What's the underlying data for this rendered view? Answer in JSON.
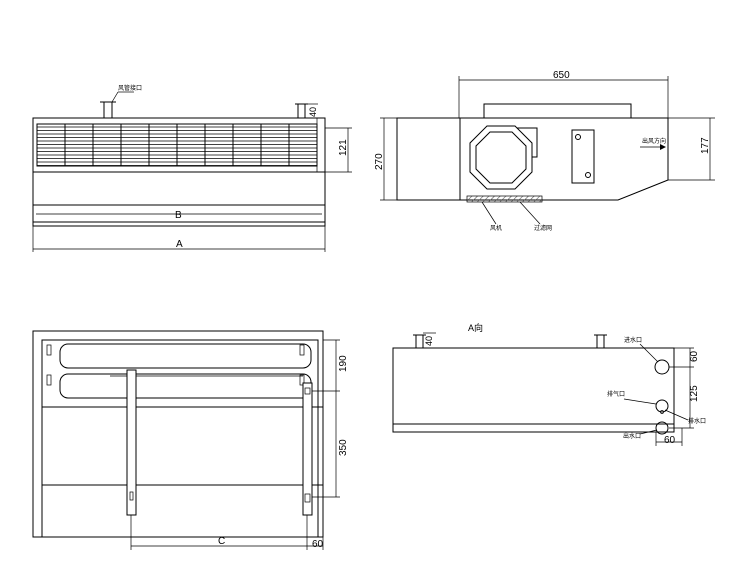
{
  "colors": {
    "line": "#000000",
    "background": "#ffffff",
    "hatch": "#555555"
  },
  "front_view": {
    "callout_top": "风管接口",
    "dim_height_small": "40",
    "dim_height_grille": "121",
    "dim_inner_width": "B",
    "dim_overall_width": "A"
  },
  "side_view": {
    "dim_width": "650",
    "dim_height": "270",
    "dim_outlet_height": "177",
    "flow_label": "出风方向",
    "callout_fan": "风机",
    "callout_filter": "过滤网"
  },
  "bottom_view": {
    "dim_top": "190",
    "dim_mid": "350",
    "dim_width": "C",
    "dim_offset": "60"
  },
  "rear_view": {
    "view_label": "A向",
    "dim_height_small": "40",
    "dim_vertical_top": "60",
    "dim_vertical_mid": "125",
    "dim_bottom_offset": "60",
    "callout_inlet": "进水口",
    "callout_exhaust": "排气口",
    "callout_drain": "排水口",
    "callout_outlet": "出水口"
  }
}
